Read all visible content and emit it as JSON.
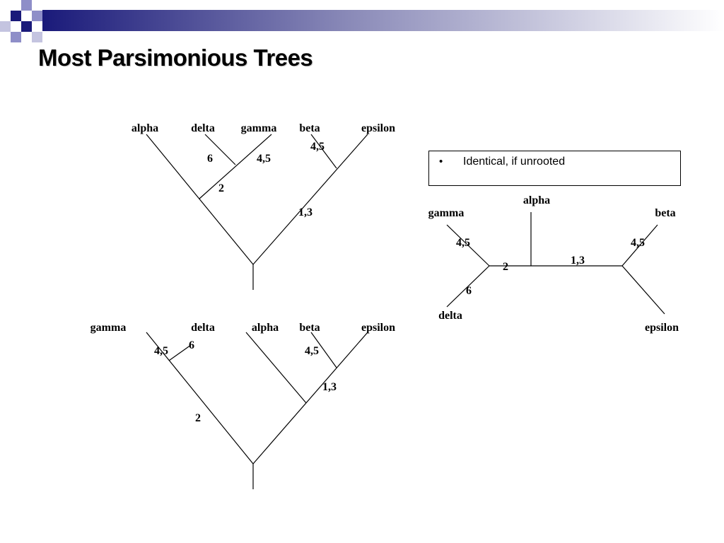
{
  "slide": {
    "title": "Most Parsimonious Trees",
    "note": "Identical, if unrooted",
    "accent_color": "#1a1a7a",
    "square_color": "#8e8ec8"
  },
  "tree1": {
    "leaves": [
      "alpha",
      "delta",
      "gamma",
      "beta",
      "epsilon"
    ],
    "branch_labels": [
      "6",
      "4,5",
      "4,5",
      "2",
      "1,3"
    ]
  },
  "tree2": {
    "leaves": [
      "gamma",
      "delta",
      "alpha",
      "beta",
      "epsilon"
    ],
    "branch_labels": [
      "4,5",
      "6",
      "4,5",
      "1,3",
      "2"
    ]
  },
  "unrooted": {
    "leaves": [
      "alpha",
      "gamma",
      "beta",
      "delta",
      "epsilon"
    ],
    "branch_labels": [
      "4,5",
      "4,5",
      "1,3",
      "2",
      "6"
    ]
  }
}
